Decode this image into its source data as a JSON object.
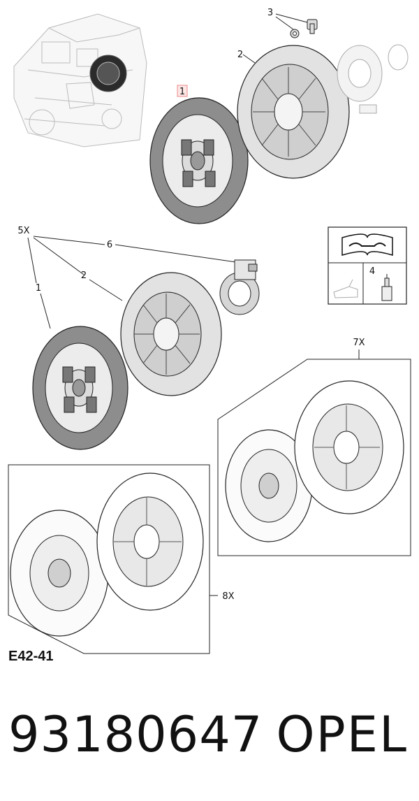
{
  "diagram": {
    "callouts": {
      "c1_top": "1",
      "c2_top": "2",
      "c3_top": "3",
      "c5x": "5X",
      "c6": "6",
      "c2_mid": "2",
      "c1_mid": "1",
      "c4": "4",
      "c7x": "7X",
      "c8x": "8X"
    },
    "diagram_code": "E42-41",
    "icons": [
      "manual-wrench-icon",
      "oil-can-icon",
      "grease-tube-icon"
    ]
  },
  "footer": {
    "part_number": "93180647",
    "brand": "OPEL"
  }
}
